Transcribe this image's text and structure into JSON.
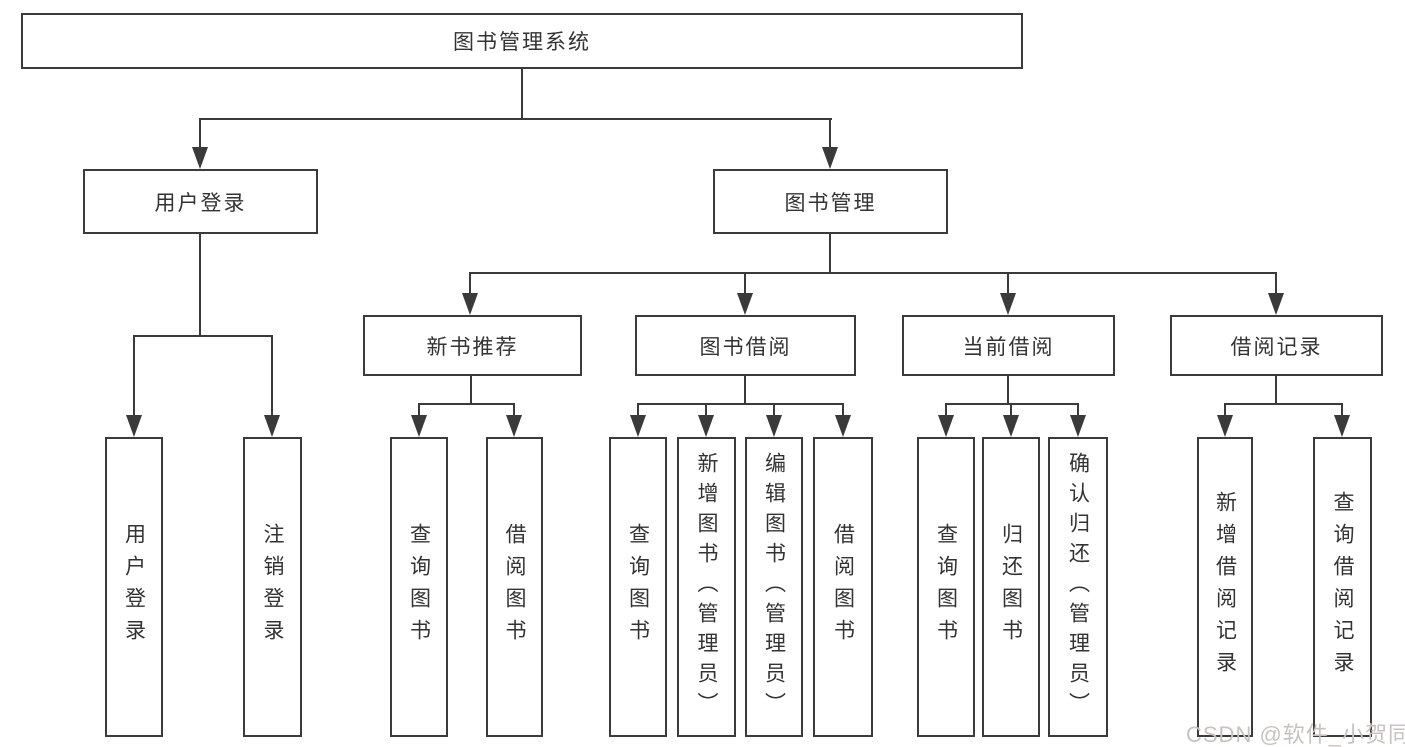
{
  "diagram": {
    "root": {
      "label": "图书管理系统"
    },
    "login_branch": {
      "label": "用户登录",
      "children": [
        {
          "label": "用户登录"
        },
        {
          "label": "注销登录"
        }
      ]
    },
    "mgmt_branch": {
      "label": "图书管理",
      "sections": [
        {
          "label": "新书推荐",
          "children": [
            {
              "label": "查询图书"
            },
            {
              "label": "借阅图书"
            }
          ]
        },
        {
          "label": "图书借阅",
          "children": [
            {
              "label": "查询图书"
            },
            {
              "label": "新增图书（管理员）"
            },
            {
              "label": "编辑图书（管理员）"
            },
            {
              "label": "借阅图书"
            }
          ]
        },
        {
          "label": "当前借阅",
          "children": [
            {
              "label": "查询图书"
            },
            {
              "label": "归还图书"
            },
            {
              "label": "确认归还（管理员）"
            }
          ]
        },
        {
          "label": "借阅记录",
          "children": [
            {
              "label": "新增借阅记录"
            },
            {
              "label": "查询借阅记录"
            }
          ]
        }
      ]
    },
    "colors": {
      "line": "#3a3a3a",
      "box_border": "#3b3b3b",
      "text": "#333333",
      "watermark": "#c9c1c1",
      "background": "#ffffff"
    }
  },
  "watermark": {
    "text": "CSDN @软件_小贺同学"
  }
}
